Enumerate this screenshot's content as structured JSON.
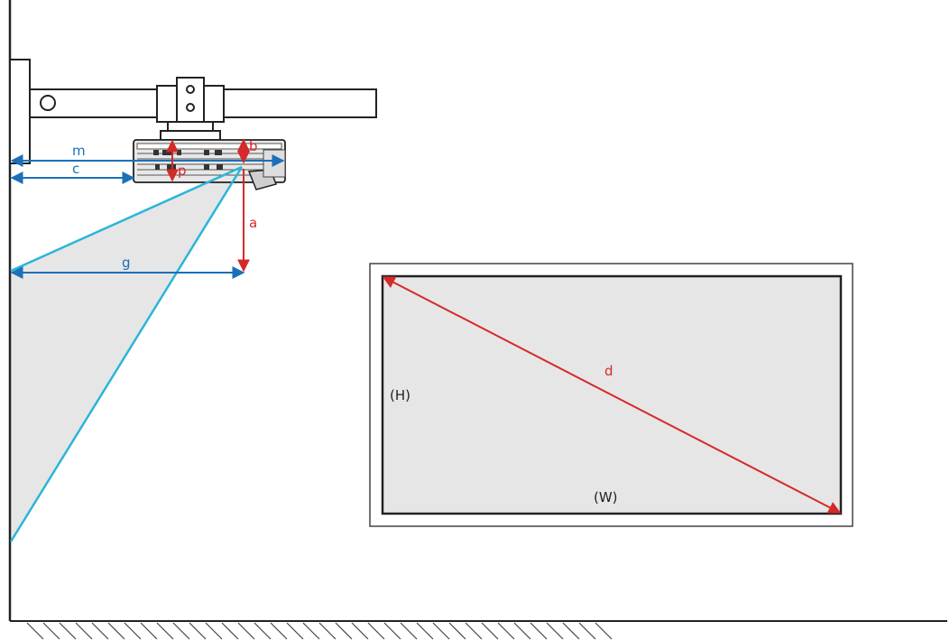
{
  "labels": {
    "m": "m",
    "c": "c",
    "b": "b",
    "p": "p",
    "a": "a",
    "g": "g",
    "d": "d",
    "h": "(H)",
    "w": "(W)"
  },
  "colors": {
    "dimension_blue": "#1c6fb8",
    "dimension_red": "#d42a2a",
    "projection_beam": "#2bb5d8",
    "beam_fill": "#e6e6e6",
    "screen_fill": "#e6e6e6",
    "outline": "#222222"
  }
}
